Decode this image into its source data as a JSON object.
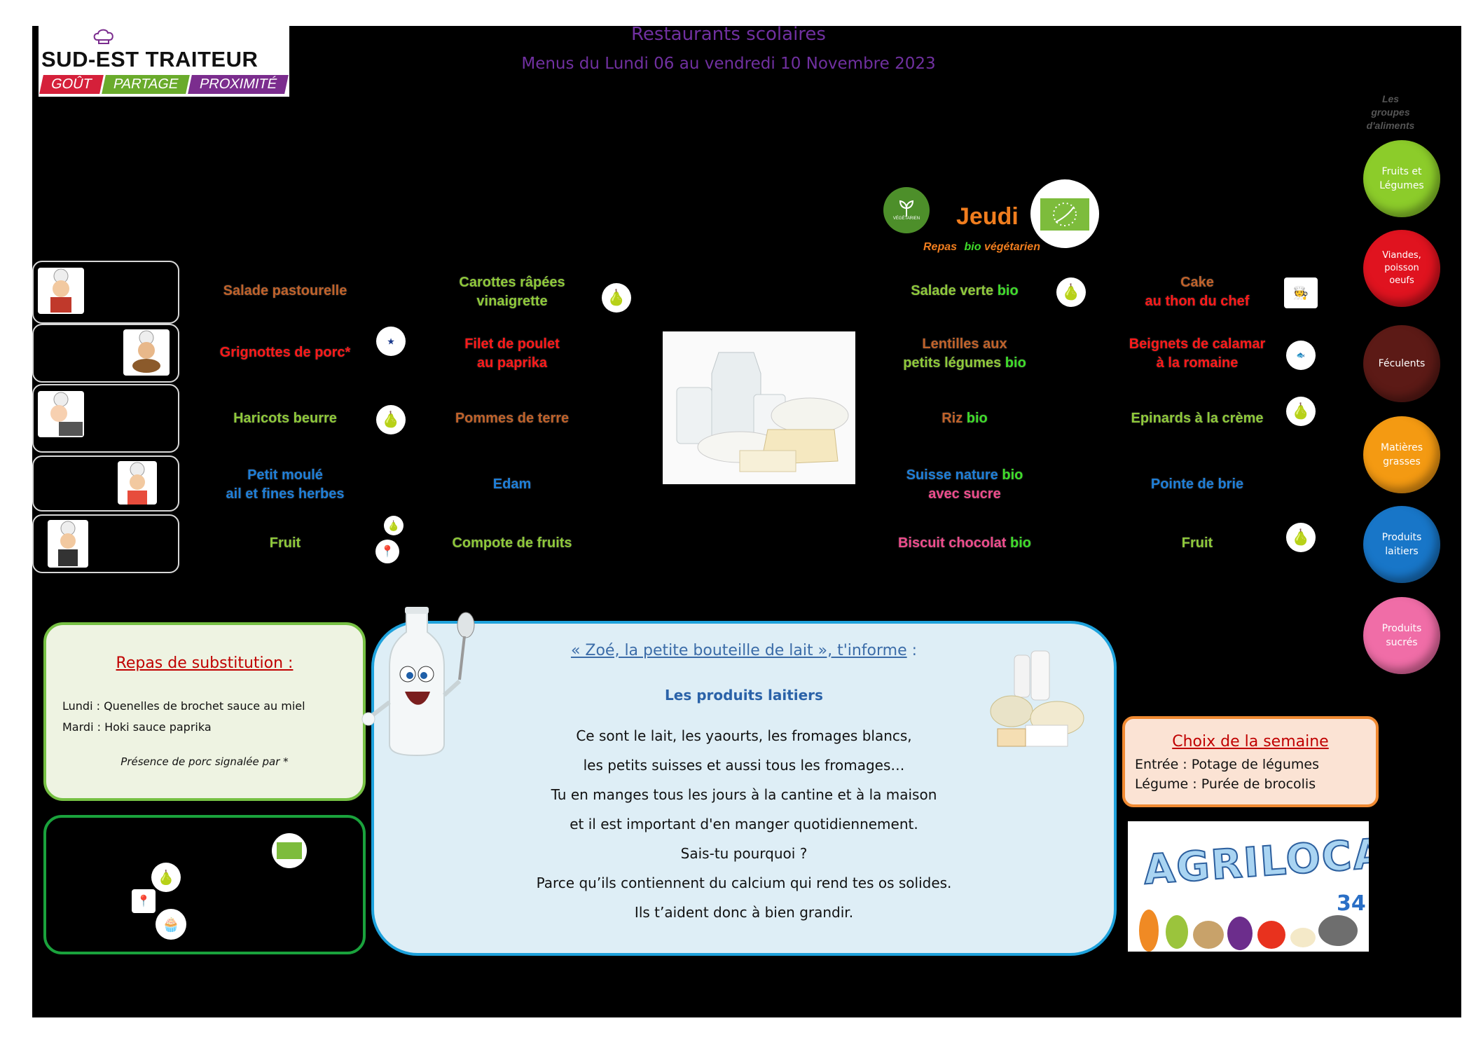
{
  "logo": {
    "brand": "SUD-EST TRAITEUR",
    "tags": [
      "GOÛT",
      "PARTAGE",
      "PROXIMITÉ"
    ]
  },
  "header": {
    "title": "Restaurants scolaires",
    "subtitle": "Menus du Lundi 06 au vendredi 10 Novembre 2023"
  },
  "jeudi": {
    "label": "Jeudi",
    "sub_repas": "Repas",
    "sub_bio": "bio",
    "sub_veg": "végétarien",
    "veg_logo": "VÉGÉTARIEN"
  },
  "groups": {
    "title_lines": [
      "Les",
      "groupes",
      "d'aliments"
    ],
    "items": [
      {
        "label_lines": [
          "Fruits et",
          "Légumes"
        ],
        "color": "#8ccc2a"
      },
      {
        "label_lines": [
          "Viandes,",
          "poisson",
          "oeufs"
        ],
        "color": "#e0131f"
      },
      {
        "label_lines": [
          "Féculents"
        ],
        "color": "#5c1a16"
      },
      {
        "label_lines": [
          "Matières",
          "grasses"
        ],
        "color": "#f49a12"
      },
      {
        "label_lines": [
          "Produits",
          "laitiers"
        ],
        "color": "#1876c8"
      },
      {
        "label_lines": [
          "Produits",
          "sucrés"
        ],
        "color": "#f06da7"
      }
    ]
  },
  "menu": {
    "lundi": [
      {
        "lines": [
          "Salade pastourelle"
        ]
      },
      {
        "lines": [
          "Grignottes de porc*"
        ]
      },
      {
        "lines": [
          "Haricots beurre"
        ]
      },
      {
        "lines": [
          "Petit moulé",
          "ail et fines herbes"
        ]
      },
      {
        "lines": [
          "Fruit"
        ]
      }
    ],
    "mardi": [
      {
        "lines": [
          "Carottes râpées",
          "vinaigrette"
        ]
      },
      {
        "lines": [
          "Filet de poulet",
          "au paprika"
        ]
      },
      {
        "lines": [
          "Pommes de terre"
        ]
      },
      {
        "lines": [
          "Edam"
        ]
      },
      {
        "lines": [
          "Compote de fruits"
        ]
      }
    ],
    "jeudi": [
      {
        "main": "Salade verte",
        "bio": "bio"
      },
      {
        "line1": "Lentilles aux",
        "main": "petits légumes",
        "bio": "bio"
      },
      {
        "main": "Riz",
        "bio": "bio"
      },
      {
        "main": "Suisse nature",
        "bio": "bio",
        "line2": "avec sucre"
      },
      {
        "main": "Biscuit chocolat",
        "bio": "bio"
      }
    ],
    "vendredi": [
      {
        "lines": [
          "Cake",
          "au thon du chef"
        ]
      },
      {
        "lines": [
          "Beignets de calamar",
          "à la romaine"
        ]
      },
      {
        "lines": [
          "Epinards à la crème"
        ]
      },
      {
        "lines": [
          "Pointe de brie"
        ]
      },
      {
        "lines": [
          "Fruit"
        ]
      }
    ]
  },
  "substitution": {
    "title": "Repas de substitution :",
    "lines": [
      "Lundi : Quenelles de brochet sauce au miel",
      "Mardi : Hoki sauce paprika"
    ],
    "note": "Présence de porc signalée par *"
  },
  "info": {
    "title_prefix": "«",
    "title_link": "« Zoé, la petite bouteille de lait », t'informe",
    "title_suffix": ":",
    "subtitle": "Les produits laitiers",
    "lines": [
      "Ce sont le lait, les yaourts, les fromages blancs,",
      "les petits suisses et aussi tous les fromages…",
      "Tu en manges tous les jours à la cantine et à la maison",
      "et il est important d'en manger quotidiennement.",
      "Sais-tu pourquoi ?",
      "Parce qu’ils contiennent du calcium qui rend tes os solides.",
      "Ils t’aident donc à bien grandir."
    ]
  },
  "choice": {
    "title": "Choix de la semaine",
    "lines": [
      "Entrée : Potage de légumes",
      "Légume : Purée de brocolis"
    ]
  },
  "agrilocal": {
    "word": "AGRILOCAL",
    "number": "34"
  },
  "colors": {
    "title": "#7030a0",
    "brown": "#c0622a",
    "green": "#8fc93a",
    "red": "#ff1a1a",
    "blue": "#1f7fd8",
    "pink": "#ee4c8c",
    "bio": "#3fdd2a"
  }
}
